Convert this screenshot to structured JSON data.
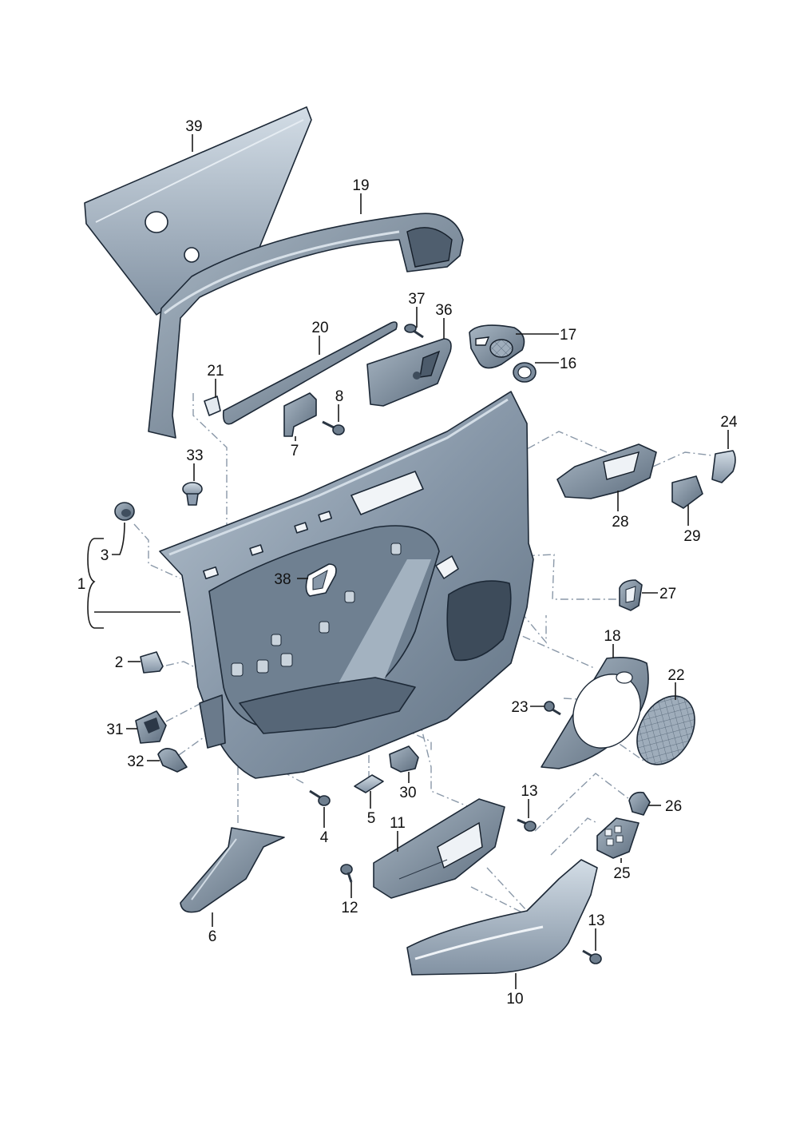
{
  "diagram": {
    "callouts": [
      {
        "id": "39",
        "label": "39"
      },
      {
        "id": "19",
        "label": "19"
      },
      {
        "id": "37",
        "label": "37"
      },
      {
        "id": "36",
        "label": "36"
      },
      {
        "id": "17",
        "label": "17"
      },
      {
        "id": "16",
        "label": "16"
      },
      {
        "id": "20",
        "label": "20"
      },
      {
        "id": "21",
        "label": "21"
      },
      {
        "id": "8",
        "label": "8"
      },
      {
        "id": "7",
        "label": "7"
      },
      {
        "id": "24",
        "label": "24"
      },
      {
        "id": "33",
        "label": "33"
      },
      {
        "id": "28",
        "label": "28"
      },
      {
        "id": "29",
        "label": "29"
      },
      {
        "id": "3",
        "label": "3"
      },
      {
        "id": "1",
        "label": "1"
      },
      {
        "id": "38",
        "label": "38"
      },
      {
        "id": "27",
        "label": "27"
      },
      {
        "id": "18",
        "label": "18"
      },
      {
        "id": "2",
        "label": "2"
      },
      {
        "id": "22",
        "label": "22"
      },
      {
        "id": "23",
        "label": "23"
      },
      {
        "id": "31",
        "label": "31"
      },
      {
        "id": "32",
        "label": "32"
      },
      {
        "id": "30",
        "label": "30"
      },
      {
        "id": "13a",
        "label": "13"
      },
      {
        "id": "26",
        "label": "26"
      },
      {
        "id": "5",
        "label": "5"
      },
      {
        "id": "4",
        "label": "4"
      },
      {
        "id": "11",
        "label": "11"
      },
      {
        "id": "25",
        "label": "25"
      },
      {
        "id": "12",
        "label": "12"
      },
      {
        "id": "6",
        "label": "6"
      },
      {
        "id": "13b",
        "label": "13"
      },
      {
        "id": "10",
        "label": "10"
      }
    ],
    "colors": {
      "part_fill": "#8a9bab",
      "part_shadow": "#5b6b7c",
      "part_highlight": "#c4d0db",
      "line": "#1a1a1a",
      "dashed_line": "#8a98a8"
    }
  }
}
